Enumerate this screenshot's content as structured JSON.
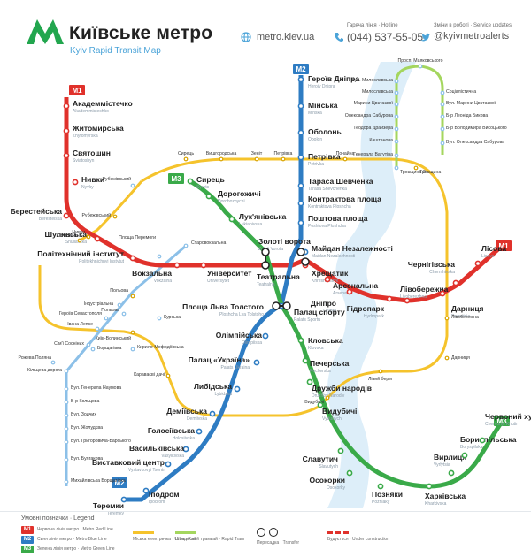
{
  "header": {
    "title": "Київське метро",
    "subtitle": "Kyiv Rapid Transit Map",
    "site": "metro.kiev.ua",
    "hotline_label": "Гаряча лінія · Hotline",
    "hotline_number": "(044) 537-55-05",
    "alerts_label": "Зміни в роботі · Service updates",
    "alerts_handle": "@kyivmetroalerts"
  },
  "colors": {
    "red": "#e0312b",
    "blue": "#2e7cc3",
    "green": "#3aaa49",
    "yellow": "#f5c32c",
    "river": "#d8ecf8",
    "logo": "#22a64e"
  },
  "lines": {
    "m1_badge": "M1",
    "m2_badge": "M2",
    "m3_badge": "M3"
  },
  "stations": {
    "m1": [
      {
        "ua": "Академмістечко",
        "en": "Akademmistechko"
      },
      {
        "ua": "Житомирська",
        "en": "Zhytomyrska"
      },
      {
        "ua": "Святошин",
        "en": "Sviatoshyn"
      },
      {
        "ua": "Нивки",
        "en": "Nyvky"
      },
      {
        "ua": "Берестейська",
        "en": "Beresteiska"
      },
      {
        "ua": "Шулявська",
        "en": "Shuliavska"
      },
      {
        "ua": "Політехнічний інститут",
        "en": "Politekhnichnyi Instytut"
      },
      {
        "ua": "Вокзальна",
        "en": "Vokzalna"
      },
      {
        "ua": "Університет",
        "en": "Universytet"
      },
      {
        "ua": "Театральна",
        "en": "Teatralna"
      },
      {
        "ua": "Хрещатик",
        "en": "Khreshchatyk"
      },
      {
        "ua": "Арсенальна",
        "en": "Arsenalna"
      },
      {
        "ua": "Дніпро",
        "en": "Dnipro"
      },
      {
        "ua": "Гідропарк",
        "en": "Hydropark"
      },
      {
        "ua": "Лівобережна",
        "en": "Livoberezhna"
      },
      {
        "ua": "Дарниця",
        "en": "Darnytsia"
      },
      {
        "ua": "Чернігівська",
        "en": "Chernihivska"
      },
      {
        "ua": "Лісова",
        "en": "Lisova"
      }
    ],
    "m2": [
      {
        "ua": "Героїв Дніпра",
        "en": "Heroiv Dnipra"
      },
      {
        "ua": "Мінська",
        "en": "Minska"
      },
      {
        "ua": "Оболонь",
        "en": "Obolon"
      },
      {
        "ua": "Петрівка",
        "en": "Petrivka"
      },
      {
        "ua": "Тараса Шевченка",
        "en": "Tarasa Shevchenka"
      },
      {
        "ua": "Контрактова площа",
        "en": "Kontraktova Ploshcha"
      },
      {
        "ua": "Поштова площа",
        "en": "Poshtova Ploshcha"
      },
      {
        "ua": "Майдан Незалежності",
        "en": "Maidan Nezalezhnosti"
      },
      {
        "ua": "Площа Льва Толстого",
        "en": "Ploshcha Lva Tolstoho"
      },
      {
        "ua": "Олімпійська",
        "en": "Olimpiiska"
      },
      {
        "ua": "Палац «Україна»",
        "en": "Palats Ukraina"
      },
      {
        "ua": "Либідська",
        "en": "Lybidska"
      },
      {
        "ua": "Деміївська",
        "en": "Demiivska"
      },
      {
        "ua": "Голосіївська",
        "en": "Holosiivska"
      },
      {
        "ua": "Васильківська",
        "en": "Vasylkivska"
      },
      {
        "ua": "Виставковий центр",
        "en": "Vystavkovyi Tsentr"
      },
      {
        "ua": "Іподром",
        "en": "Ipodrom"
      },
      {
        "ua": "Теремки",
        "en": "Teremky"
      }
    ],
    "m3": [
      {
        "ua": "Сирець",
        "en": "Syrets"
      },
      {
        "ua": "Дорогожичі",
        "en": "Dorohozhychi"
      },
      {
        "ua": "Лук'янівська",
        "en": "Lukianivska"
      },
      {
        "ua": "Золоті ворота",
        "en": "Zoloti Vorota"
      },
      {
        "ua": "Палац спорту",
        "en": "Palats Sportu"
      },
      {
        "ua": "Кловська",
        "en": "Klovska"
      },
      {
        "ua": "Печерська",
        "en": "Pecherska"
      },
      {
        "ua": "Дружби народів",
        "en": "Druzhby Narodiv"
      },
      {
        "ua": "Видубичі",
        "en": "Vydubychi"
      },
      {
        "ua": "Славутич",
        "en": "Slavutych"
      },
      {
        "ua": "Осокорки",
        "en": "Osokorky"
      },
      {
        "ua": "Позняки",
        "en": "Pozniaky"
      },
      {
        "ua": "Харківська",
        "en": "Kharkivska"
      },
      {
        "ua": "Вирлиця",
        "en": "Vyrlytsia"
      },
      {
        "ua": "Бориспільська",
        "en": "Boryspilska"
      },
      {
        "ua": "Червоний хутір",
        "en": "Chervonyi Khutir"
      }
    ],
    "tram_west": [
      "Кільцева дорога",
      "Вул. Генерала Наумова",
      "Б-р Кольцова",
      "Вул. Зодчих",
      "Вул. Жолудєва",
      "Вул. Григоровича-Барського",
      "Вул. Булгакова",
      "Михайлівська Борщагівка"
    ],
    "tram_west_mid": [
      "Старовокзальна",
      "Площа Перемоги",
      "Індустріальна",
      "Героїв Севастополя",
      "Івана Лепсе",
      "Сім'ї Сосніних",
      "Борщагівка",
      "Рожева Поляна",
      "Курська",
      "Кирило-Мефодіївська",
      "Польова",
      "Рубежівський"
    ],
    "tram_north": [
      "Просп. Маяковського",
      "Вул. Милославська",
      "Милославська",
      "Марини Цвєтаєвої",
      "Олександра Сабурова",
      "Теодора Драйзера",
      "Каштанова",
      "Генерала Ватутіна",
      "Троєщина-2",
      "Соціалістична",
      "Вул. Марини Цвєтаєвої",
      "Б-р Леоніда Бикова",
      "Б-р Володимира Висоцького",
      "Вул. Олександра Сабурова"
    ],
    "rail_ring": [
      "Сирець",
      "Вишгородська",
      "Зеніт",
      "Петрівка",
      "Почайна",
      "Троєщина",
      "Лівобережна",
      "Дарниця",
      "Лівий берег",
      "Видубичі",
      "Караваєві дачі",
      "Київ-Волинський",
      "Святошин",
      "Рубежівський",
      "Нивки",
      "Польова"
    ]
  },
  "legend": {
    "title": "Умовні позначки · Legend",
    "m1": "Червона лінія метро · Metro Red Line",
    "m2": "Синя лінія метро · Metro Blue Line",
    "m3": "Зелена лінія метро · Metro Green Line",
    "rail": "Міська електричка · Urban Rail",
    "tram": "Швидкісний трамвай · Rapid Tram",
    "transfer": "Пересадка · Transfer",
    "future": "Будується · Under construction"
  }
}
